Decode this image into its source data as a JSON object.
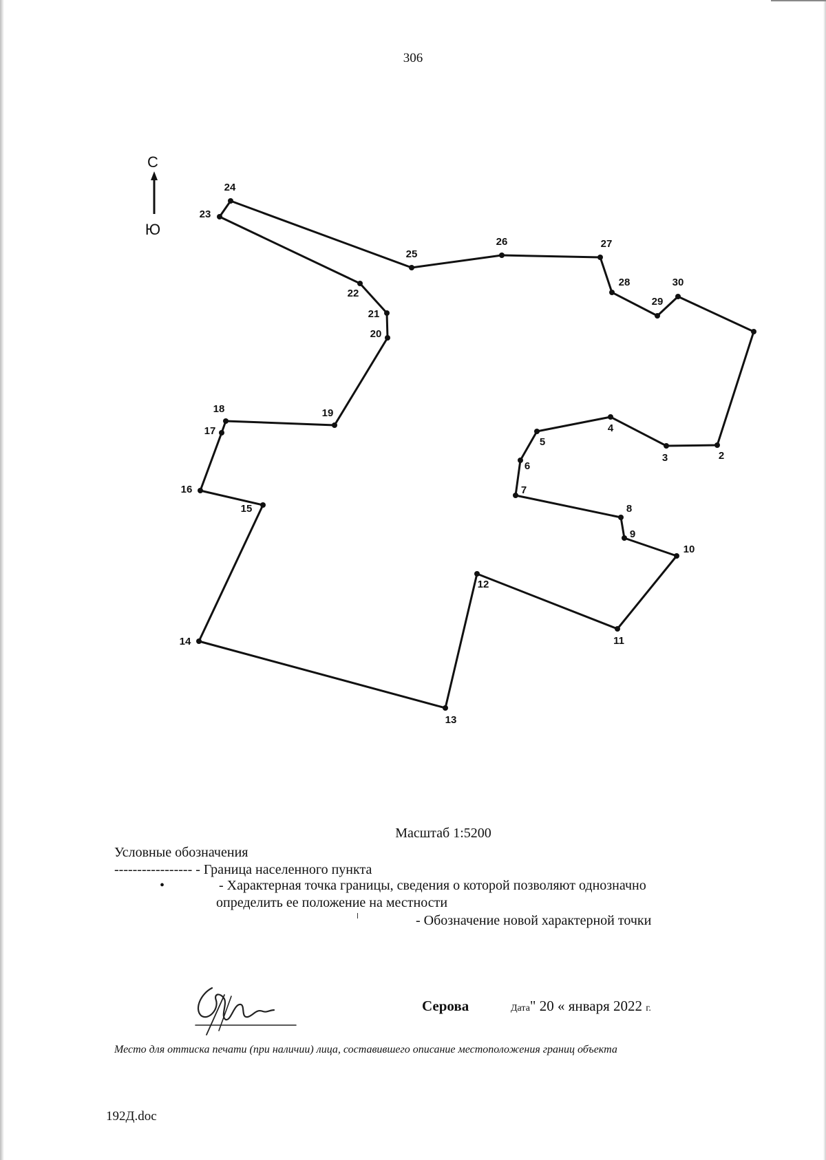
{
  "page_number": "306",
  "compass": {
    "north": "С",
    "south": "Ю"
  },
  "boundary": {
    "points": [
      {
        "id": "1"
      },
      {
        "id": "2",
        "label": "2"
      },
      {
        "id": "3",
        "label": "3"
      },
      {
        "id": "4",
        "label": "4"
      },
      {
        "id": "5",
        "label": "5"
      },
      {
        "id": "6",
        "label": "6"
      },
      {
        "id": "7",
        "label": "7"
      },
      {
        "id": "8",
        "label": "8"
      },
      {
        "id": "9",
        "label": "9"
      },
      {
        "id": "10",
        "label": "10"
      },
      {
        "id": "11",
        "label": "11"
      },
      {
        "id": "12",
        "label": "12"
      },
      {
        "id": "13",
        "label": "13"
      },
      {
        "id": "14",
        "label": "14"
      },
      {
        "id": "15",
        "label": "15"
      },
      {
        "id": "16",
        "label": "16"
      },
      {
        "id": "17",
        "label": "17"
      },
      {
        "id": "18",
        "label": "18"
      },
      {
        "id": "19",
        "label": "19"
      },
      {
        "id": "20",
        "label": "20"
      },
      {
        "id": "21",
        "label": "21"
      },
      {
        "id": "22",
        "label": "22"
      },
      {
        "id": "23",
        "label": "23"
      },
      {
        "id": "24",
        "label": "24"
      },
      {
        "id": "25",
        "label": "25"
      },
      {
        "id": "26",
        "label": "26"
      },
      {
        "id": "27",
        "label": "27"
      },
      {
        "id": "28",
        "label": "28"
      },
      {
        "id": "29",
        "label": "29"
      },
      {
        "id": "30",
        "label": "30"
      }
    ]
  },
  "scale": "Масштаб 1:5200",
  "legend": {
    "title": "Условные обозначения",
    "line_item": "----------------- - Граница населенного пункта",
    "point_symbol": "•",
    "point_item_line1": "- Характерная точка границы, сведения о которой позволяют однозначно",
    "point_item_line2": "определить ее положение на местности",
    "new_point_item": "- Обозначение новой характерной точки"
  },
  "signer": "Серова",
  "date": {
    "prefix": "Дата",
    "text": "\" 20 « января 2022",
    "suffix": "г."
  },
  "seal_note": "Место для оттиска печати (при наличии) лица, составившего описание местоположения границ объекта",
  "filename": "192Д.doc"
}
